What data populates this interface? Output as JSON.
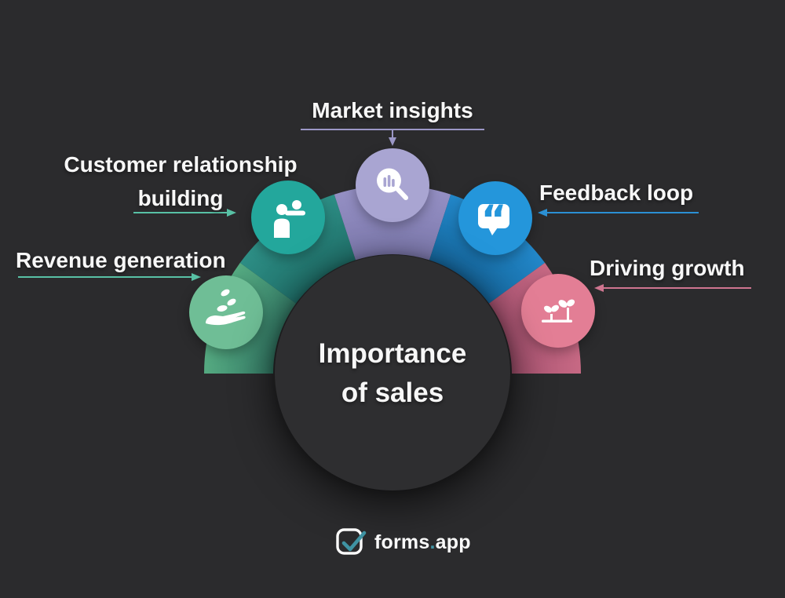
{
  "canvas": {
    "background": "#2b2b2d"
  },
  "center": {
    "title_line1": "Importance",
    "title_line2": "of sales",
    "circle_color": "#2e2e30"
  },
  "segments": [
    {
      "name": "revenue-generation",
      "label": "Revenue generation",
      "icon": "hand-seeds-icon",
      "wedge_inner": "#337a66",
      "wedge_outer": "#55aa81",
      "circle_color": "#6fbe96",
      "arrow_color": "#58c1a5",
      "icon_color": "#ffffff"
    },
    {
      "name": "customer-relationship-building",
      "label_lines": [
        "Customer relationship",
        "building"
      ],
      "icon": "people-icon",
      "wedge_inner": "#1f6e68",
      "wedge_outer": "#2d8e85",
      "circle_color": "#23a79c",
      "arrow_color": "#58c1a5",
      "icon_color": "#ffffff"
    },
    {
      "name": "market-insights",
      "label": "Market insights",
      "icon": "chart-magnifier-icon",
      "wedge_inner": "#7d79ad",
      "wedge_outer": "#948fc3",
      "circle_color": "#a9a5d2",
      "arrow_color": "#9b97c7",
      "icon_color": "#ffffff"
    },
    {
      "name": "feedback-loop",
      "label": "Feedback loop",
      "icon": "quote-bubble-icon",
      "wedge_inner": "#15669c",
      "wedge_outer": "#2287c9",
      "circle_color": "#2496db",
      "arrow_color": "#2b90d4",
      "icon_color": "#ffffff"
    },
    {
      "name": "driving-growth",
      "label": "Driving growth",
      "icon": "plants-icon",
      "wedge_inner": "#a65270",
      "wedge_outer": "#c76984",
      "circle_color": "#e37e95",
      "arrow_color": "#cf7590",
      "icon_color": "#ffffff"
    }
  ],
  "icons": {
    "quote_glyph": "“"
  },
  "logo": {
    "brand": "forms",
    "dot": ".",
    "suffix": "app",
    "check_color": "#3f93a3",
    "box_color": "#fafafa"
  }
}
